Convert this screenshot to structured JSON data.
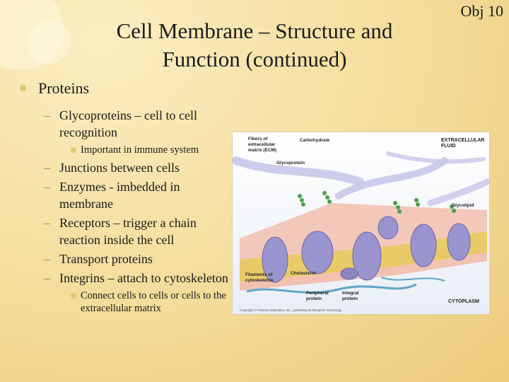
{
  "slide": {
    "title_line1": "Cell Membrane – Structure and",
    "title_line2": "Function (continued)",
    "tag": "Obj 10"
  },
  "bullets": {
    "main": "Proteins",
    "items": [
      {
        "text": "Glycoproteins – cell to cell recognition",
        "sub": "Important in immune system"
      },
      {
        "text": "Junctions between cells"
      },
      {
        "text": "Enzymes - imbedded in membrane"
      },
      {
        "text": "Receptors – trigger a chain reaction inside the cell"
      },
      {
        "text": "Transport proteins"
      },
      {
        "text": "Integrins – attach to cytoskeleton",
        "sub": "Connect cells to cells or cells to the extracellular matrix"
      }
    ]
  },
  "figure": {
    "labels": {
      "fibers": "Fibers of extracellular matrix (ECM)",
      "carbohydrate": "Carbohydrate",
      "glycoprotein": "Glycoprotein",
      "extracellular": "EXTRACELLULAR FLUID",
      "glycolipid": "Glycolipid",
      "filaments": "Filaments of cytoskeleton",
      "cholesterol": "Cholesterol",
      "peripheral": "Peripheral protein",
      "integral": "Integral protein",
      "cytoplasm": "CYTOPLASM",
      "copyright": "Copyright © Pearson Education, Inc., publishing as Benjamin Cummings."
    },
    "colors": {
      "protein": "#9a94cf",
      "protein_dark": "#6d64a8",
      "heads": "#f2b8a6",
      "tails": "#e7c24f",
      "ecm": "#c9c6ea",
      "carb": "#4aa04a",
      "cytoskeleton": "#5fa5c4"
    }
  }
}
